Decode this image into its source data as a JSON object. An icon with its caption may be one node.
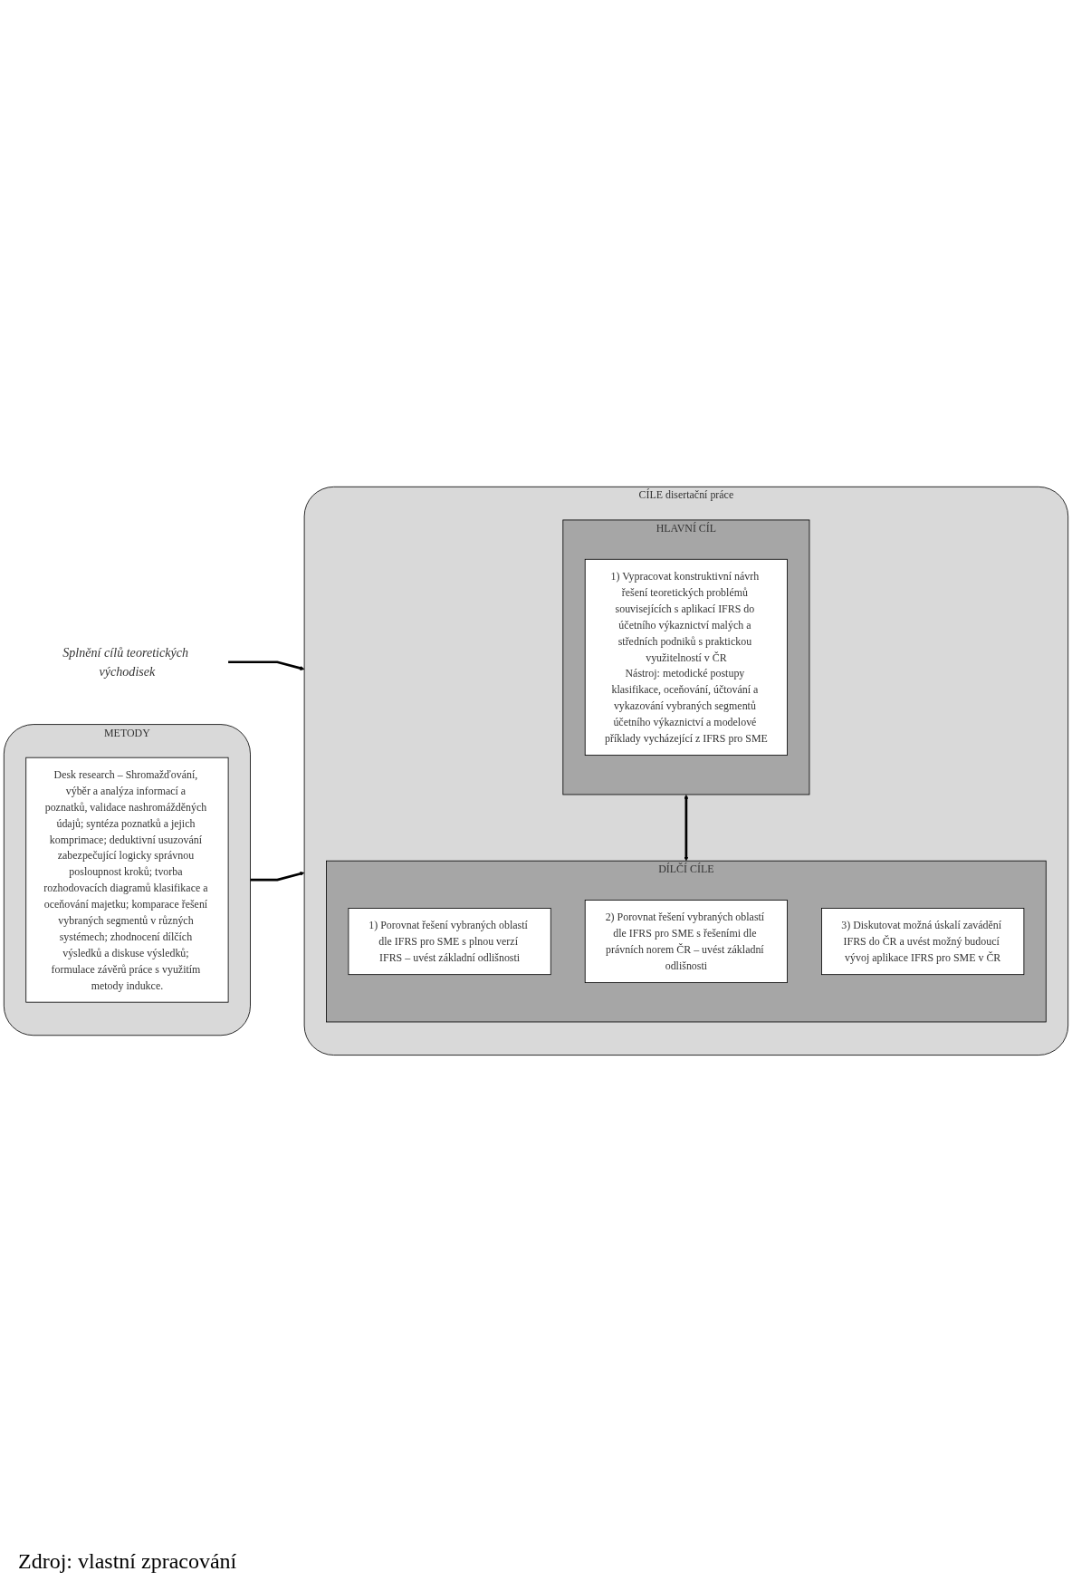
{
  "diagram": {
    "caption": "Zdroj: vlastní zpracování",
    "nodes": [
      {
        "text": [
          "Splnění cílů teoretických východisek"
        ]
      },
      {
        "text": [
          "METODY"
        ]
      },
      {
        "text": [
          "Desk research – Shromažďování, výběr a analýza informací a poznatků, validace nashromážděných údajů; syntéza poznatků a jejich komprimace; deduktivní usuzování zabezpečující logicky správnou posloupnost kroků; tvorba rozhodovacích diagramů klasifikace a oceňování majetku; komparace řešení vybraných segmentů v různých systémech; zhodnocení dílčích výsledků a diskuse výsledků; formulace závěrů práce s využitím metody indukce."
        ],
        "in": 1
      },
      {
        "text": [
          "CÍLE disertační práce"
        ]
      },
      {
        "text": [
          "HLAVNÍ CÍL"
        ],
        "in": 3
      },
      {
        "text": [
          "1) Vypracovat konstruktivní návrh řešení teoretických problémů souvisejících s aplikací IFRS do účetního výkaznictví malých a středních podniků s praktickou využitelností v ČR",
          "Nástroj: metodické postupy klasifikace, oceňování, účtování a vykazování vybraných segmentů účetního výkaznictví a modelové příklady vycházející z IFRS pro SME"
        ],
        "in": 4
      },
      {
        "text": [
          "DÍLČÍ CÍLE"
        ],
        "in": 3
      },
      {
        "text": [
          "1) Porovnat řešení vybraných oblastí dle IFRS pro SME s plnou verzí IFRS – uvést základní odlišnosti"
        ],
        "in": 6
      },
      {
        "text": [
          "2) Porovnat řešení vybraných oblastí dle IFRS pro SME s řešeními dle právních norem ČR – uvést základní odlišnosti"
        ],
        "in": 6
      },
      {
        "text": [
          "3) Diskutovat možná úskalí zavádění IFRS do ČR a uvést možný budoucí vývoj aplikace IFRS pro SME v ČR"
        ],
        "in": 6
      }
    ],
    "edges": [
      {
        "from": 0,
        "to": 3,
        "arrow": "to"
      },
      {
        "from": 1,
        "to": 3,
        "arrow": "to"
      },
      {
        "from": 4,
        "to": 6,
        "arrow": "both"
      }
    ]
  }
}
